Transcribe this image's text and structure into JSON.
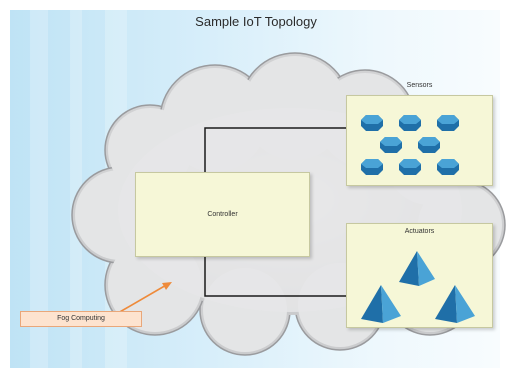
{
  "title": "Sample IoT Topology",
  "labels": {
    "controller": "Controller",
    "sensors": "Sensors",
    "actuators": "Actuators",
    "fog_computing": "Fog Computing"
  },
  "colors": {
    "device_fill": "#1f6fa8",
    "device_top": "#4aa3d6",
    "link": "#1a1a1a",
    "callout_arrow": "#ee8a3a",
    "cloud_fill": "#d3d4d6"
  },
  "devices": {
    "sensor_count": 8,
    "actuator_count": 3
  }
}
